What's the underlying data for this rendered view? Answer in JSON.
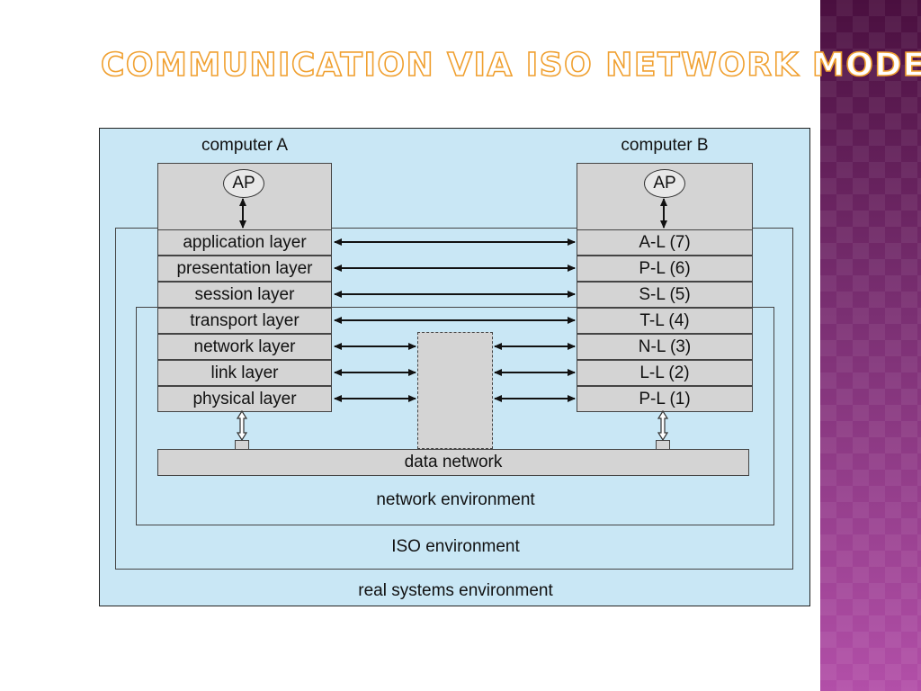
{
  "slide": {
    "title": "Communication via ISO Network Model"
  },
  "diagram": {
    "computer_a": {
      "label": "computer A",
      "ap": "AP",
      "layers": [
        "application layer",
        "presentation layer",
        "session layer",
        "transport layer",
        "network layer",
        "link layer",
        "physical layer"
      ]
    },
    "computer_b": {
      "label": "computer B",
      "ap": "AP",
      "layers": [
        "A-L (7)",
        "P-L (6)",
        "S-L (5)",
        "T-L (4)",
        "N-L (3)",
        "L-L (2)",
        "P-L (1)"
      ]
    },
    "data_network": "data network",
    "network_environment": "network environment",
    "iso_environment": "ISO environment",
    "real_systems_environment": "real systems environment"
  },
  "colors": {
    "figure_background": "#c9e7f5",
    "box_gray": "#d4d4d4",
    "title_outline": "#f0a030",
    "side_band": "#7a2f72"
  }
}
